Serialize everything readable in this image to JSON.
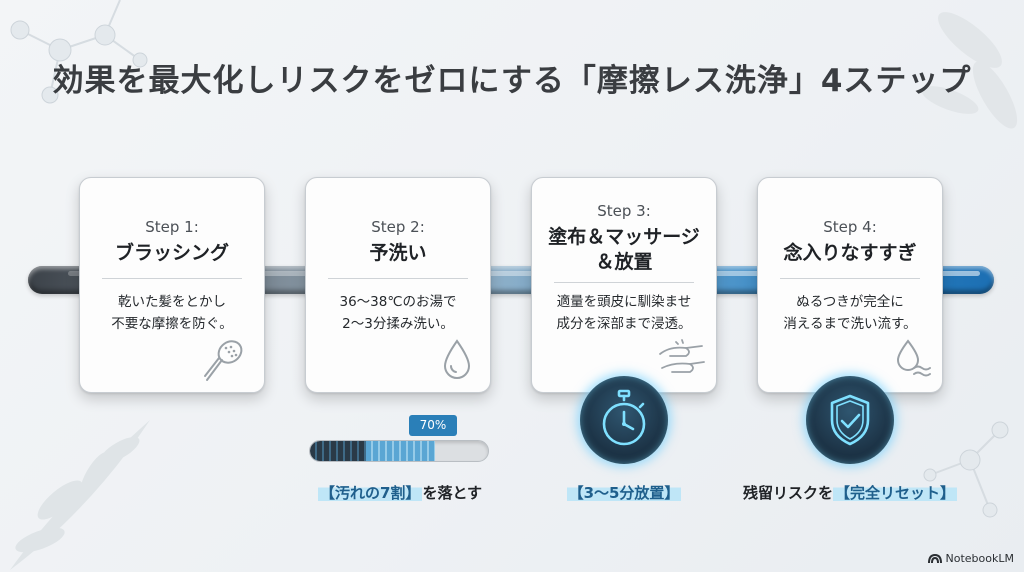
{
  "title": "効果を最大化しリスクをゼロにする「摩擦レス洗浄」4ステップ",
  "steps": [
    {
      "num": "Step 1:",
      "title_line1": "ブラッシング",
      "title_line2": "",
      "desc_line1": "乾いた髪をとかし",
      "desc_line2": "不要な摩擦を防ぐ。",
      "icon": "hairbrush-icon"
    },
    {
      "num": "Step 2:",
      "title_line1": "予洗い",
      "title_line2": "",
      "desc_line1": "36〜38℃のお湯で",
      "desc_line2": "2〜3分揉み洗い。",
      "icon": "water-drop-icon"
    },
    {
      "num": "Step 3:",
      "title_line1": "塗布＆マッサージ",
      "title_line2": "＆放置",
      "desc_line1": "適量を頭皮に馴染ませ",
      "desc_line2": "成分を深部まで浸透。",
      "icon": "hands-massage-icon"
    },
    {
      "num": "Step 4:",
      "title_line1": "念入りなすすぎ",
      "title_line2": "",
      "desc_line1": "ぬるつきが完全に",
      "desc_line2": "消えるまで洗い流す。",
      "icon": "water-wave-icon"
    }
  ],
  "progress": {
    "value": 0.7,
    "label": "70%"
  },
  "captions": {
    "step2_hl": "【汚れの7割】",
    "step2_rest": "を落とす",
    "step3_hl": "【3〜5分放置】",
    "step4_pre": "残留リスクを",
    "step4_hl": "【完全リセット】"
  },
  "badges": {
    "step3": "stopwatch-icon",
    "step4": "shield-check-icon"
  },
  "brand": "NotebookLM",
  "colors": {
    "accent": "#2a7fb8",
    "glow": "#5ac8ff",
    "highlight": "#bfe6f7"
  }
}
